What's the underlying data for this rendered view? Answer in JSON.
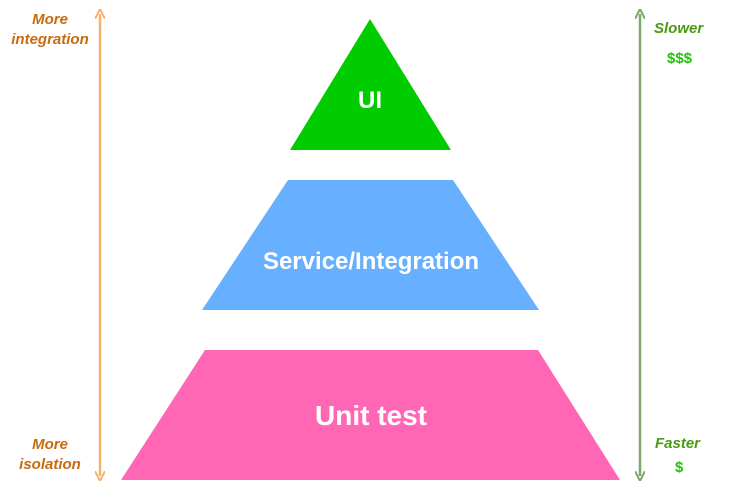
{
  "left_axis": {
    "top_label_line1": "More",
    "top_label_line2": "integration",
    "bottom_label_line1": "More",
    "bottom_label_line2": "isolation",
    "color": "#f7b26e"
  },
  "right_axis": {
    "top_label": "Slower",
    "top_cost": "$$$",
    "bottom_label": "Faster",
    "bottom_cost": "$",
    "color": "#7ea86a"
  },
  "pyramid": {
    "top_layer": {
      "label": "UI",
      "color": "#00cc00"
    },
    "middle_layer": {
      "label": "Service/Integration",
      "color": "#66b0ff"
    },
    "bottom_layer": {
      "label": "Unit test",
      "color": "#ff66b3"
    }
  }
}
